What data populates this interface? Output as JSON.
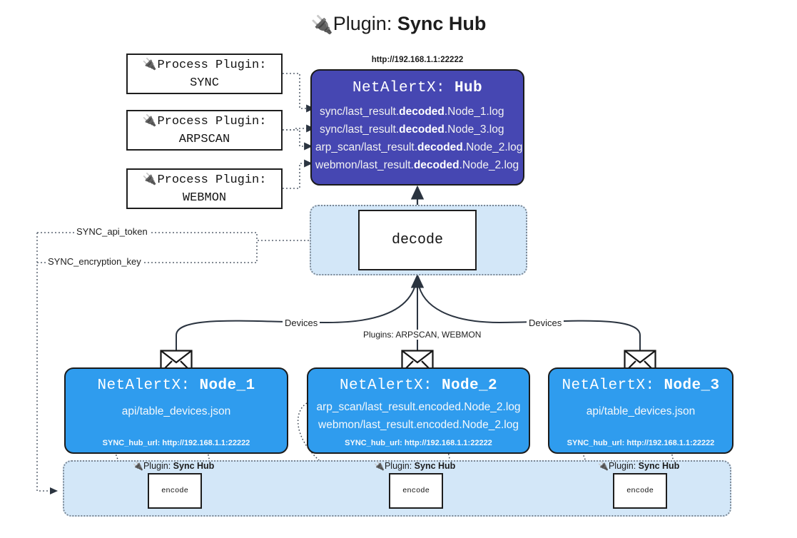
{
  "title": {
    "icon": "plug-icon",
    "label": "Plugin:",
    "value": "Sync Hub",
    "plug_glyph": "🔌"
  },
  "colors": {
    "hub_fill": "#4647b2",
    "node_fill": "#2f9cee",
    "lane_fill": "#d3e7f8",
    "box_border": "#1e1e1e",
    "page_bg": "#ffffff"
  },
  "process_plugins": [
    {
      "line1": "Process Plugin:",
      "line2": "SYNC"
    },
    {
      "line1": "Process Plugin:",
      "line2": "ARPSCAN"
    },
    {
      "line1": "Process Plugin:",
      "line2": "WEBMON"
    }
  ],
  "hub": {
    "url": "http://192.168.1.1:22222",
    "title_label": "NetAlertX:",
    "title_value": "Hub",
    "logs": [
      {
        "pre": "sync/last_result.",
        "mid": "decoded",
        "post": ".Node_1.log"
      },
      {
        "pre": "sync/last_result.",
        "mid": "decoded",
        "post": ".Node_3.log"
      },
      {
        "pre": "arp_scan/last_result.",
        "mid": "decoded",
        "post": ".Node_2.log"
      },
      {
        "pre": "webmon/last_result.",
        "mid": "decoded",
        "post": ".Node_2.log"
      }
    ]
  },
  "decode": {
    "label": "decode"
  },
  "settings_edges": {
    "api_token": "SYNC_api_token",
    "encryption_key": "SYNC_encryption_key"
  },
  "flow_labels": {
    "left_devices": "Devices",
    "right_devices": "Devices",
    "center_plugins": "Plugins: ARPSCAN, WEBMON"
  },
  "nodes": [
    {
      "title_label": "NetAlertX:",
      "title_value": "Node_1",
      "lines": [
        "api/table_devices.json"
      ],
      "footer": "SYNC_hub_url: http://192.168.1.1:22222",
      "envelope": "envelope-icon"
    },
    {
      "title_label": "NetAlertX:",
      "title_value": "Node_2",
      "lines": [
        "arp_scan/last_result.encoded.Node_2.log",
        "webmon/last_result.encoded.Node_2.log"
      ],
      "footer": "SYNC_hub_url: http://192.168.1.1:22222",
      "envelope": "envelope-icon"
    },
    {
      "title_label": "NetAlertX:",
      "title_value": "Node_3",
      "lines": [
        "api/table_devices.json"
      ],
      "footer": "SYNC_hub_url: http://192.168.1.1:22222",
      "envelope": "envelope-icon"
    }
  ],
  "encoders": [
    {
      "caption_label": "Plugin:",
      "caption_value": "Sync Hub",
      "box": "encode"
    },
    {
      "caption_label": "Plugin:",
      "caption_value": "Sync Hub",
      "box": "encode"
    },
    {
      "caption_label": "Plugin:",
      "caption_value": "Sync Hub",
      "box": "encode"
    }
  ]
}
